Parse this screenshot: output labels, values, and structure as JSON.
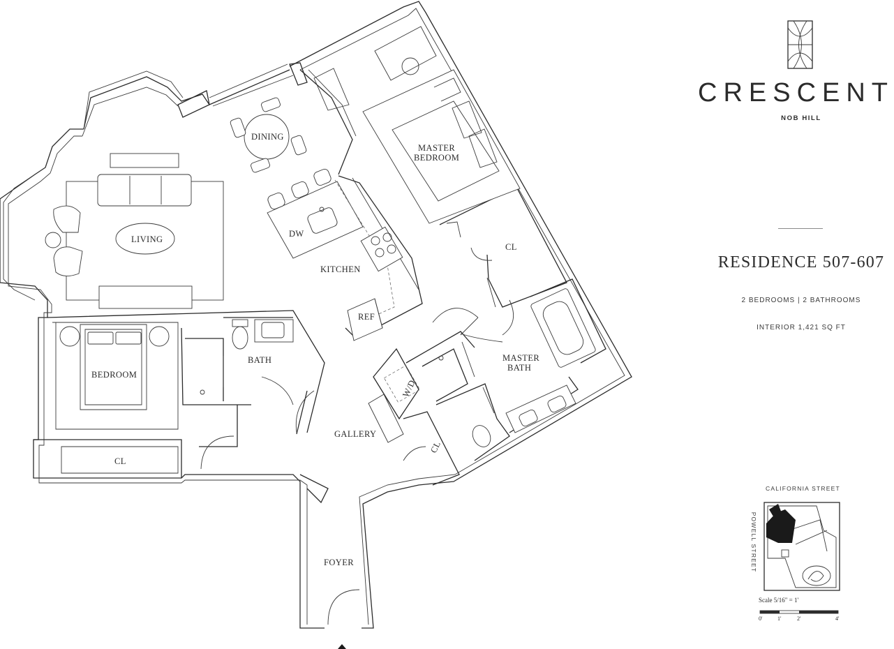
{
  "brand": {
    "name": "CRESCENT",
    "location": "NOB HILL"
  },
  "residence": {
    "title": "RESIDENCE 507-607",
    "rooms": "2 BEDROOMS | 2 BATHROOMS",
    "interior": "INTERIOR 1,421 SQ FT"
  },
  "labels": {
    "dining": "DINING",
    "living": "LIVING",
    "dw": "DW",
    "kitchen": "KITCHEN",
    "ref": "REF",
    "master_bedroom_1": "MASTER",
    "master_bedroom_2": "BEDROOM",
    "cl_master": "CL",
    "master_bath_1": "MASTER",
    "master_bath_2": "BATH",
    "bedroom": "BEDROOM",
    "bath": "BATH",
    "wd": "W/D",
    "gallery": "GALLERY",
    "cl_gallery": "CL",
    "cl_bedroom": "CL",
    "foyer": "FOYER"
  },
  "keyplan": {
    "north_street": "CALIFORNIA STREET",
    "west_street": "POWELL STREET"
  },
  "scale": {
    "label": "Scale 5/16\" = 1'",
    "ticks": [
      "0'",
      "1'",
      "2'",
      "4'"
    ]
  },
  "colors": {
    "line": "#2b2b2b",
    "unit_fill": "#1a1a1a"
  }
}
